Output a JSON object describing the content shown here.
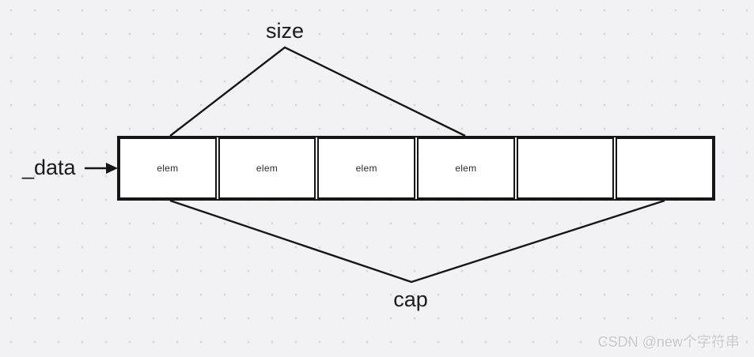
{
  "diagram": {
    "size_label": "size",
    "data_pointer_label": "_data",
    "cap_label": "cap",
    "cells": [
      "elem",
      "elem",
      "elem",
      "elem",
      "",
      ""
    ],
    "colors": {
      "background": "#f2f2f4",
      "grid_dot": "#d7d7d9",
      "line": "#161616",
      "cell_background": "#ffffff",
      "text": "#1b1b1b",
      "watermark": "#c7c7c7"
    }
  },
  "page": {
    "watermark": "CSDN @new个字符串"
  }
}
